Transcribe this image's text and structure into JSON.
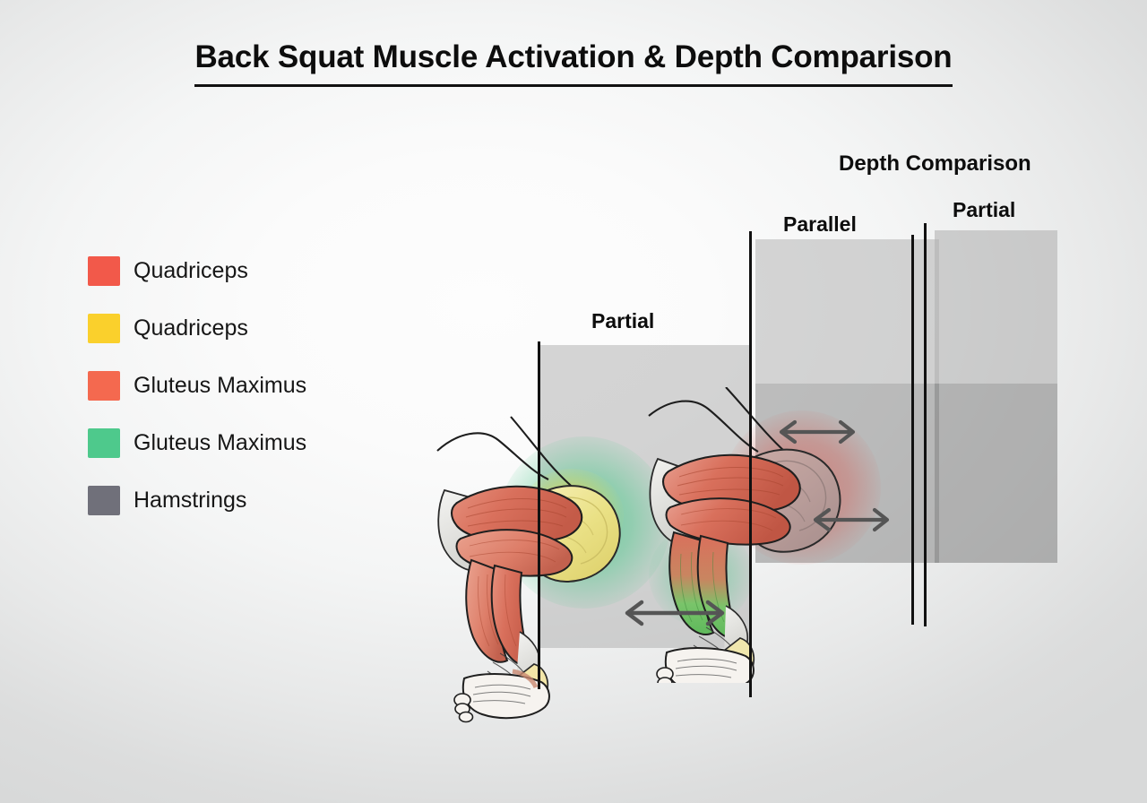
{
  "page": {
    "title": "Back Squat Muscle Activation & Depth Comparison",
    "background_center": "#fdfdfd",
    "background_edge": "#d8d9d9"
  },
  "legend": {
    "items": [
      {
        "label": "Quadriceps",
        "color": "#f2594a"
      },
      {
        "label": "Quadriceps",
        "color": "#fad02c"
      },
      {
        "label": " Gluteus Maximus",
        "color": "#f4694f"
      },
      {
        "label": "Gluteus Maximus",
        "color": "#4ec98c"
      },
      {
        "label": "Hamstrings",
        "color": "#70707a"
      }
    ]
  },
  "depth_comparison": {
    "heading": "Depth Comparison",
    "panels": [
      {
        "label": "Partial",
        "name": "partial-left"
      },
      {
        "label": "Parallel",
        "name": "parallel"
      },
      {
        "label": "Partial",
        "name": "partial-right"
      }
    ]
  },
  "figures": {
    "partial": {
      "label": "Partial"
    },
    "parallel": {
      "label": "Parallel"
    }
  },
  "colors": {
    "panel_light": "#b0b0b0",
    "panel_dark": "#858585",
    "line": "#111111",
    "arrow": "#555555",
    "text": "#0d0d0d"
  }
}
